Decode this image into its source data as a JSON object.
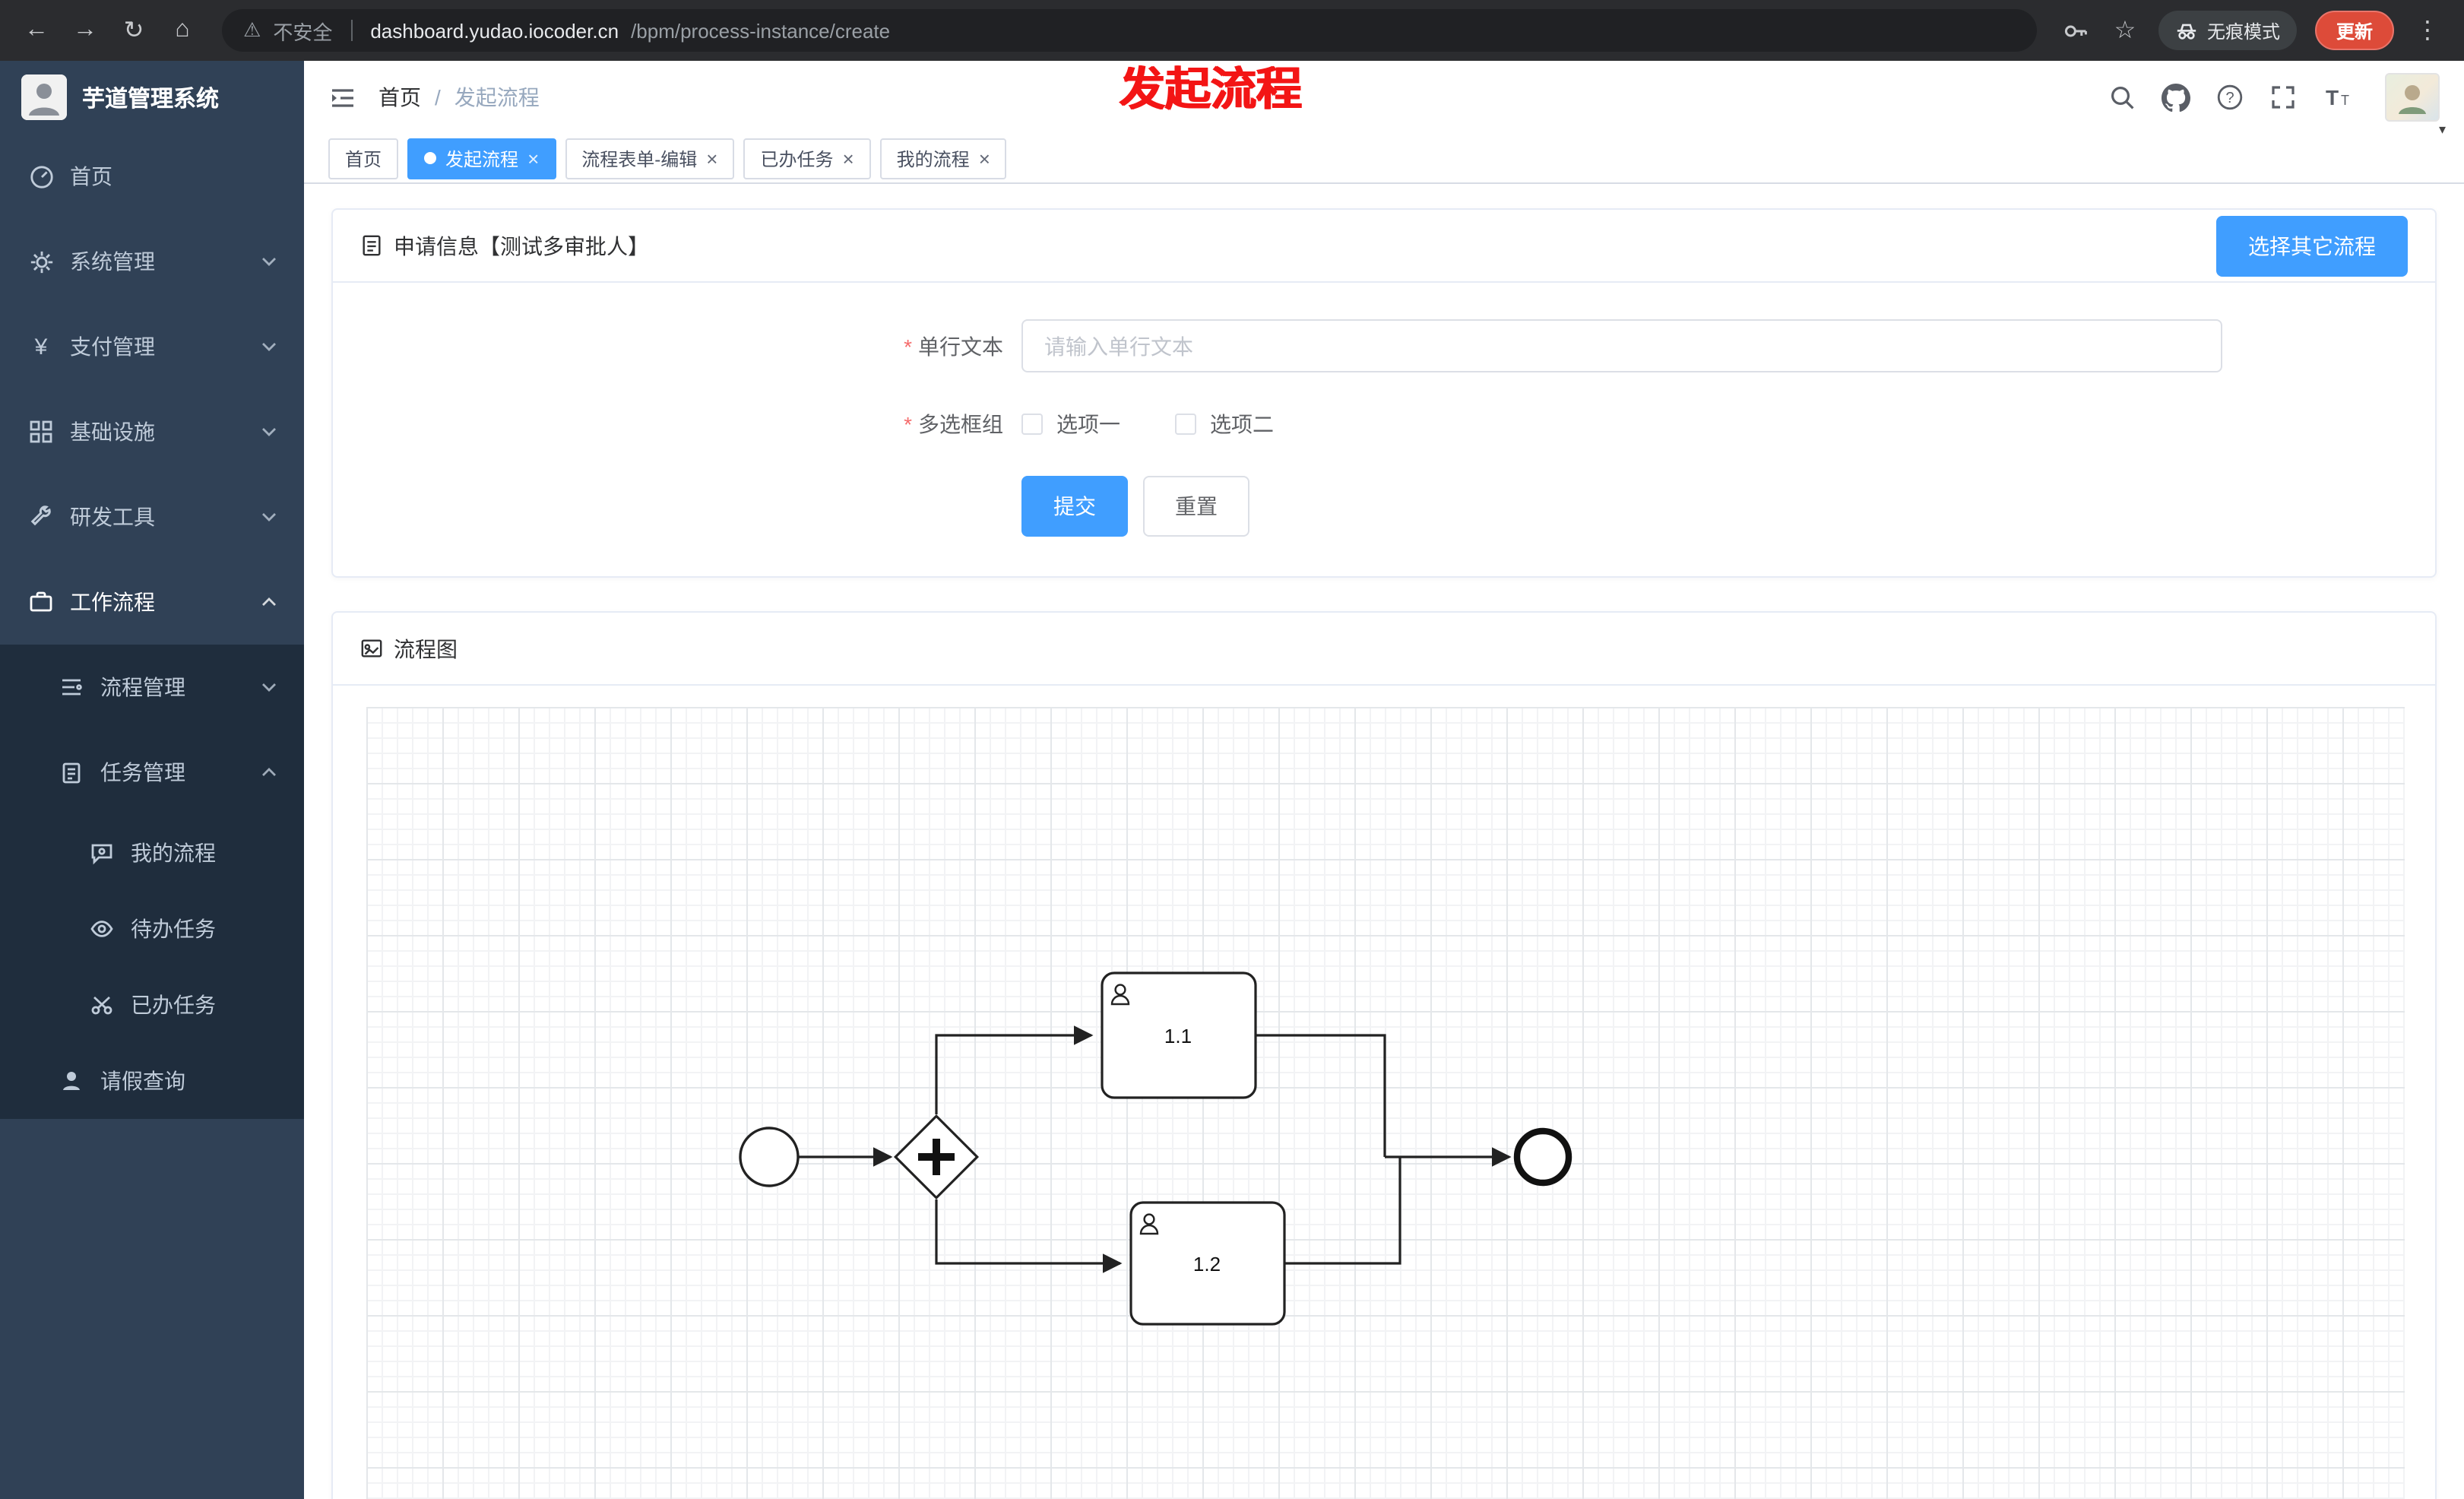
{
  "ui": {
    "close_glyph": "×",
    "breadcrumb_separator": "/",
    "required_mark": "*",
    "back_glyph": "←",
    "forward_glyph": "→",
    "reload_glyph": "↻",
    "home_glyph": "⌂",
    "warning_glyph": "⚠",
    "star_glyph": "☆",
    "menu_glyph": "⋮",
    "caret_glyph": "▾"
  },
  "colors": {
    "accent_blue": "#409eff",
    "sidebar_bg": "#304156",
    "sidebar_submenu_bg": "#1f2d3d",
    "annotation_red": "#f31515",
    "update_chip_red": "#dd4b39",
    "required_red": "#f56c6c"
  },
  "browser": {
    "security_label": "不安全",
    "url_host": "dashboard.yudao.iocoder.cn",
    "url_path": "/bpm/process-instance/create",
    "incognito_label": "无痕模式",
    "update_label": "更新"
  },
  "annotation": {
    "text": "发起流程"
  },
  "sidebar": {
    "logo_title": "芋道管理系统",
    "items": [
      {
        "label": "首页",
        "icon": "dashboard-icon"
      },
      {
        "label": "系统管理",
        "icon": "gear-icon"
      },
      {
        "label": "支付管理",
        "icon": "yen-icon"
      },
      {
        "label": "基础设施",
        "icon": "grid-icon"
      },
      {
        "label": "研发工具",
        "icon": "tools-icon"
      },
      {
        "label": "工作流程",
        "icon": "workflow-icon"
      }
    ],
    "groups": [
      {
        "label": "流程管理",
        "icon": "process-list-icon"
      },
      {
        "label": "任务管理",
        "icon": "task-icon"
      }
    ],
    "task_items": [
      {
        "label": "我的流程",
        "icon": "chat-icon"
      },
      {
        "label": "待办任务",
        "icon": "eye-icon"
      },
      {
        "label": "已办任务",
        "icon": "done-icon"
      }
    ],
    "leave_item": {
      "label": "请假查询",
      "icon": "user-icon"
    }
  },
  "header": {
    "breadcrumb": [
      "首页",
      "发起流程"
    ]
  },
  "tabs": [
    {
      "label": "首页",
      "active": false,
      "closable": false
    },
    {
      "label": "发起流程",
      "active": true,
      "closable": true
    },
    {
      "label": "流程表单-编辑",
      "active": false,
      "closable": true
    },
    {
      "label": "已办任务",
      "active": false,
      "closable": true
    },
    {
      "label": "我的流程",
      "active": false,
      "closable": true
    }
  ],
  "form_card": {
    "title": "申请信息【测试多审批人】",
    "other_process_button": "选择其它流程",
    "fields": [
      {
        "label": "单行文本",
        "placeholder": "请输入单行文本",
        "required": true
      },
      {
        "label": "多选框组",
        "required": true,
        "options": [
          "选项一",
          "选项二"
        ]
      }
    ],
    "submit_label": "提交",
    "reset_label": "重置"
  },
  "diagram_card": {
    "title": "流程图",
    "diagram": {
      "type": "bpmn",
      "start": "start-event",
      "gateway": "parallel-gateway",
      "tasks": [
        "1.1",
        "1.2"
      ],
      "end": "end-event"
    }
  }
}
